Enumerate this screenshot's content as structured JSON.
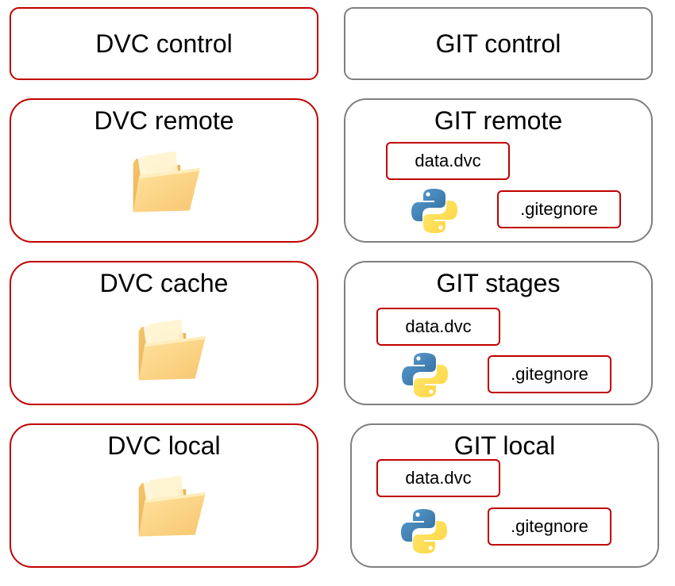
{
  "dvc": {
    "control_label": "DVC control",
    "remote_label": "DVC remote",
    "cache_label": "DVC cache",
    "local_label": "DVC local"
  },
  "git": {
    "control_label": "GIT control",
    "remote_label": "GIT remote",
    "stages_label": "GIT stages",
    "local_label": "GIT local"
  },
  "files": {
    "data_file": "data.dvc",
    "ignore_file": ".gitegnore"
  },
  "colors": {
    "dvc_border": "#c00000",
    "git_border": "#7f7f7f",
    "file_border": "#c00000"
  },
  "icons": {
    "dvc_storage": "folder-icon",
    "git_code": "python-icon"
  }
}
